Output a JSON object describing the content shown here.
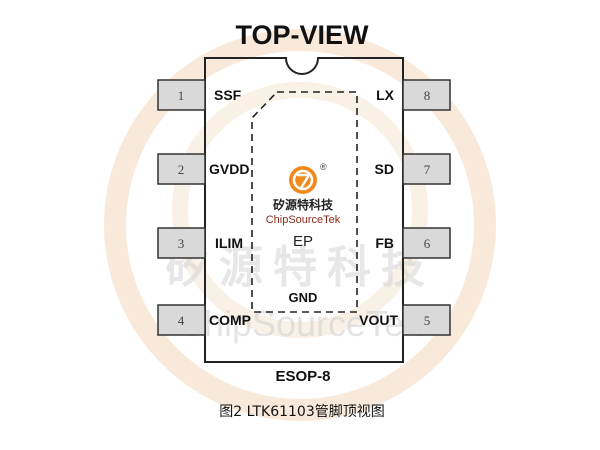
{
  "title": "TOP-VIEW",
  "package": "ESOP-8",
  "exposed_pad": {
    "label": "EP",
    "net": "GND"
  },
  "pins_left": [
    {
      "num": "1",
      "name": "SSF"
    },
    {
      "num": "2",
      "name": "GVDD"
    },
    {
      "num": "3",
      "name": "ILIM"
    },
    {
      "num": "4",
      "name": "COMP"
    }
  ],
  "pins_right": [
    {
      "num": "8",
      "name": "LX"
    },
    {
      "num": "7",
      "name": "SD"
    },
    {
      "num": "6",
      "name": "FB"
    },
    {
      "num": "5",
      "name": "VOUT"
    }
  ],
  "logo": {
    "cn": "矽源特科技",
    "en": "ChipSourceTek",
    "mark": "®"
  },
  "watermark": {
    "cn": "矽源特科技",
    "en": "ChipSourceTek"
  },
  "caption": "图2 LTK61103管脚顶视图",
  "colors": {
    "watermark_ring": "#f3dcc6",
    "logo_orange": "#f08a1c",
    "pin_fill": "#d9d9d9",
    "outline": "#222222"
  }
}
